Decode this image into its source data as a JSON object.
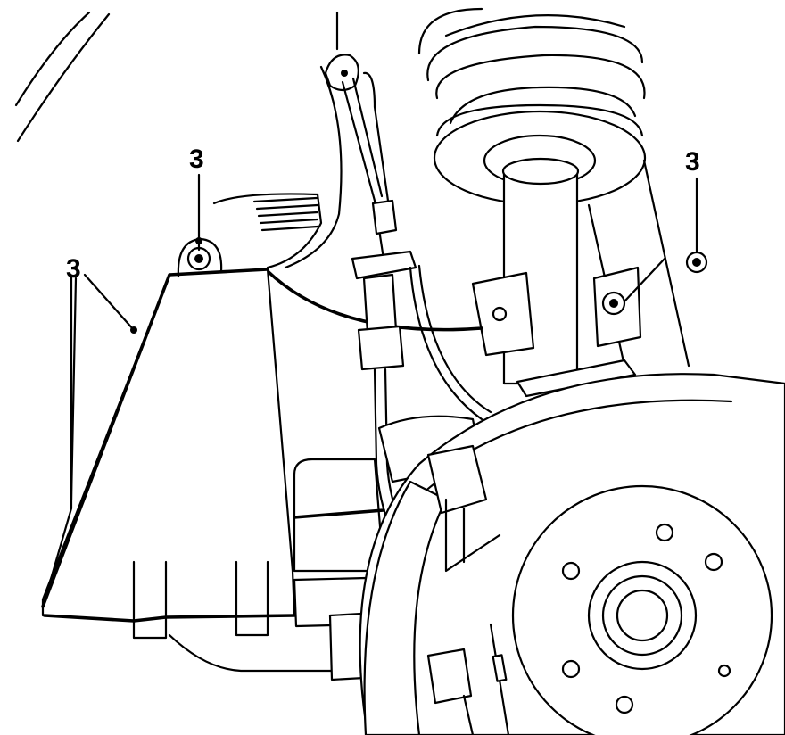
{
  "callouts": [
    {
      "id": "callout-a",
      "text": "3"
    },
    {
      "id": "callout-b",
      "text": "3"
    },
    {
      "id": "callout-c",
      "text": "3"
    }
  ],
  "colors": {
    "ink": "#000000",
    "paper": "#ffffff"
  }
}
